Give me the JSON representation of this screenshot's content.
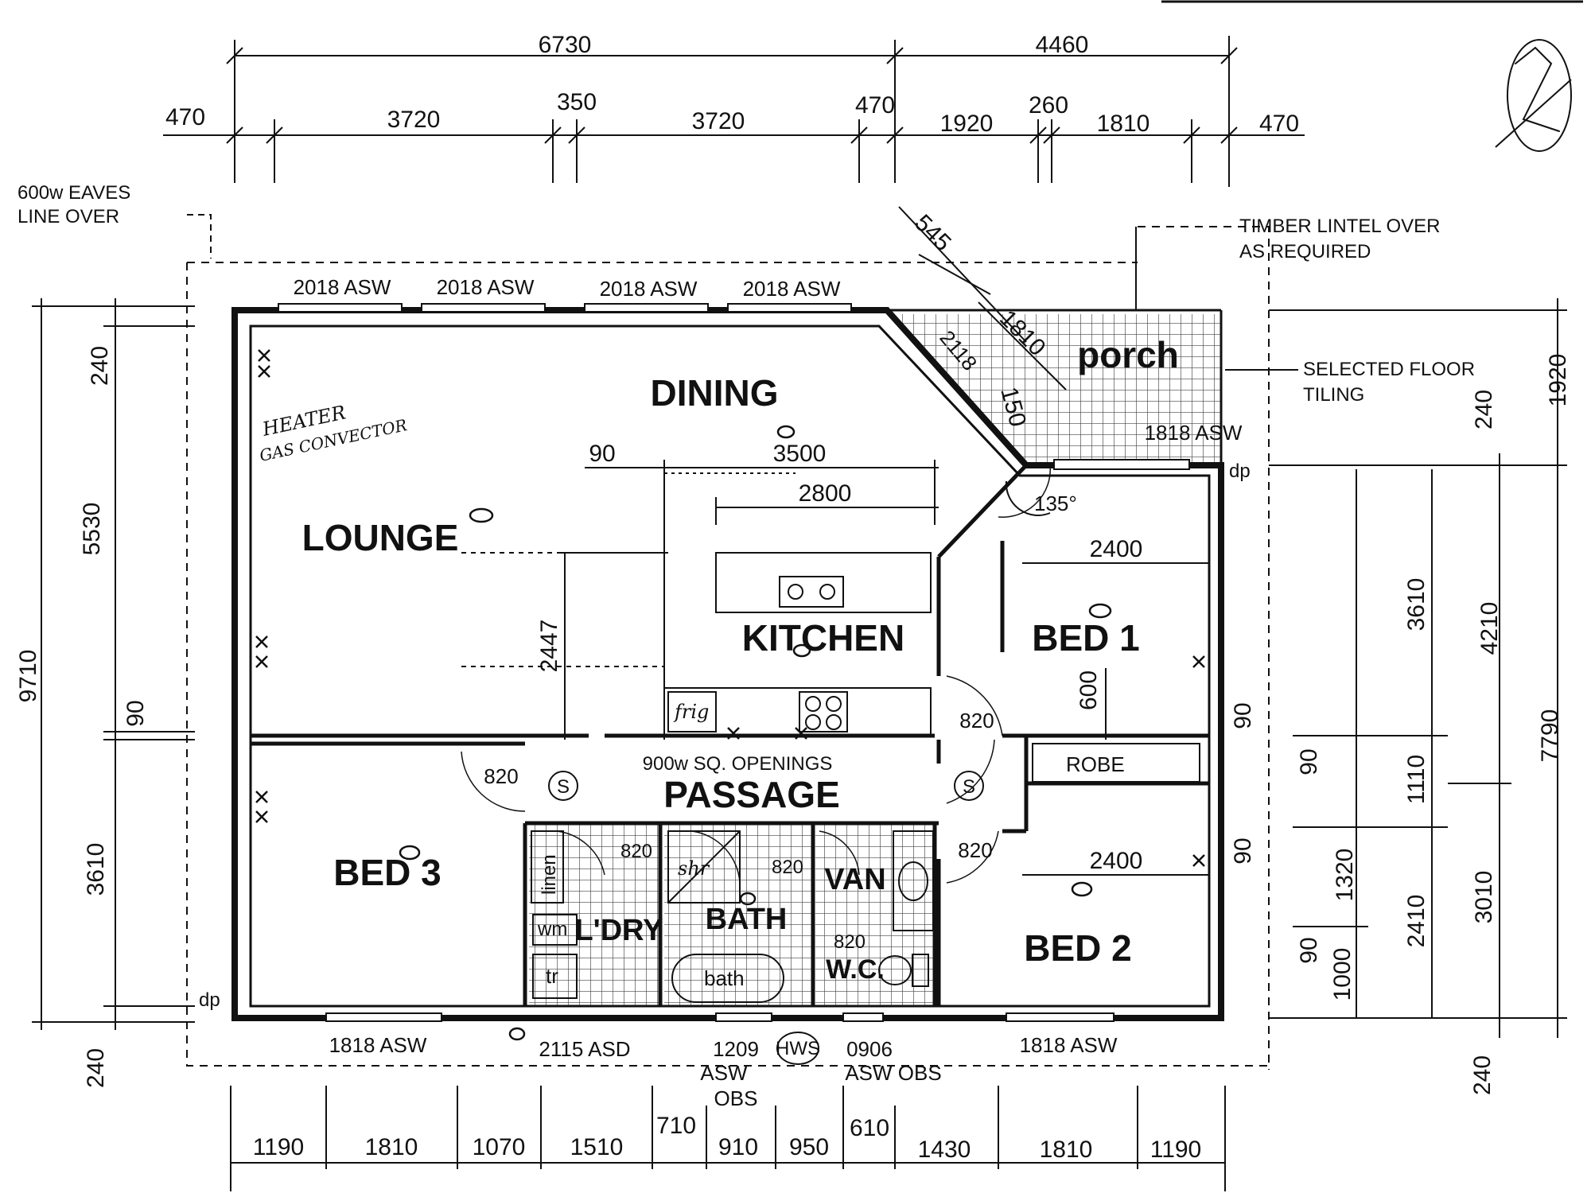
{
  "rooms": {
    "dining": "DINING",
    "lounge": "LOUNGE",
    "kitchen": "KITCHEN",
    "porch": "porch",
    "bed1": "BED 1",
    "bed2": "BED 2",
    "bed3": "BED 3",
    "passage": "PASSAGE",
    "bath": "BATH",
    "ldry": "L'DRY",
    "van": "VAN",
    "wc": "W.C."
  },
  "fixtures": {
    "bath": "bath",
    "frig": "frig",
    "linen": "linen",
    "tr": "tr",
    "robe": "ROBE",
    "hws": "HWS",
    "smoke_left": "S",
    "smoke_right": "S",
    "shr": "shr",
    "wm": "wm"
  },
  "notes": {
    "eaves": [
      "600w EAVES",
      "LINE OVER"
    ],
    "lintel": [
      "TIMBER LINTEL OVER",
      "AS REQUIRED"
    ],
    "tiling": [
      "SELECTED FLOOR",
      "TILING"
    ],
    "openings": "900w SQ. OPENINGS",
    "heater": [
      "HEATER",
      "GAS CONVECTOR"
    ],
    "dp_top": "dp",
    "dp_bottom": "dp"
  },
  "top_dims": {
    "overall": [
      "6730",
      "4460"
    ],
    "detail": [
      "470",
      "3720",
      "350",
      "3720",
      "470",
      "1920",
      "260",
      "1810",
      "470"
    ]
  },
  "bottom_dims": {
    "row_main": [
      "1190",
      "1810",
      "1070",
      "1510",
      "910",
      "950",
      "1430",
      "1810",
      "1190"
    ],
    "row_raised": [
      "710",
      "610"
    ]
  },
  "left_dims": [
    "9710",
    "240",
    "5530",
    "90",
    "3610",
    "240"
  ],
  "right_dims": {
    "outer": [
      "1920",
      "240",
      "7790",
      "240"
    ],
    "mid": [
      "4210",
      "3010"
    ],
    "inner": [
      "3610",
      "90",
      "1110",
      "1320",
      "2410",
      "90",
      "1000"
    ],
    "wall_thk": [
      "90",
      "90"
    ]
  },
  "kitchen_dims": [
    "90",
    "3500",
    "2800",
    "2447"
  ],
  "room_dims": [
    "2400",
    "2400",
    "600"
  ],
  "door_sizes": [
    "820",
    "820",
    "820",
    "820",
    "820",
    "820",
    "820",
    "820"
  ],
  "angle": "135°",
  "porch_dims": [
    "545",
    "1810",
    "150",
    "2118"
  ],
  "windows_top": [
    "2018 ASW",
    "2018 ASW",
    "2018 ASW",
    "2018 ASW"
  ],
  "window_porch": "1818 ASW",
  "windows_bottom": [
    "1818 ASW",
    "2115 ASD",
    "1209",
    "ASW",
    "OBS",
    "0906",
    "ASW OBS",
    "1818 ASW"
  ]
}
